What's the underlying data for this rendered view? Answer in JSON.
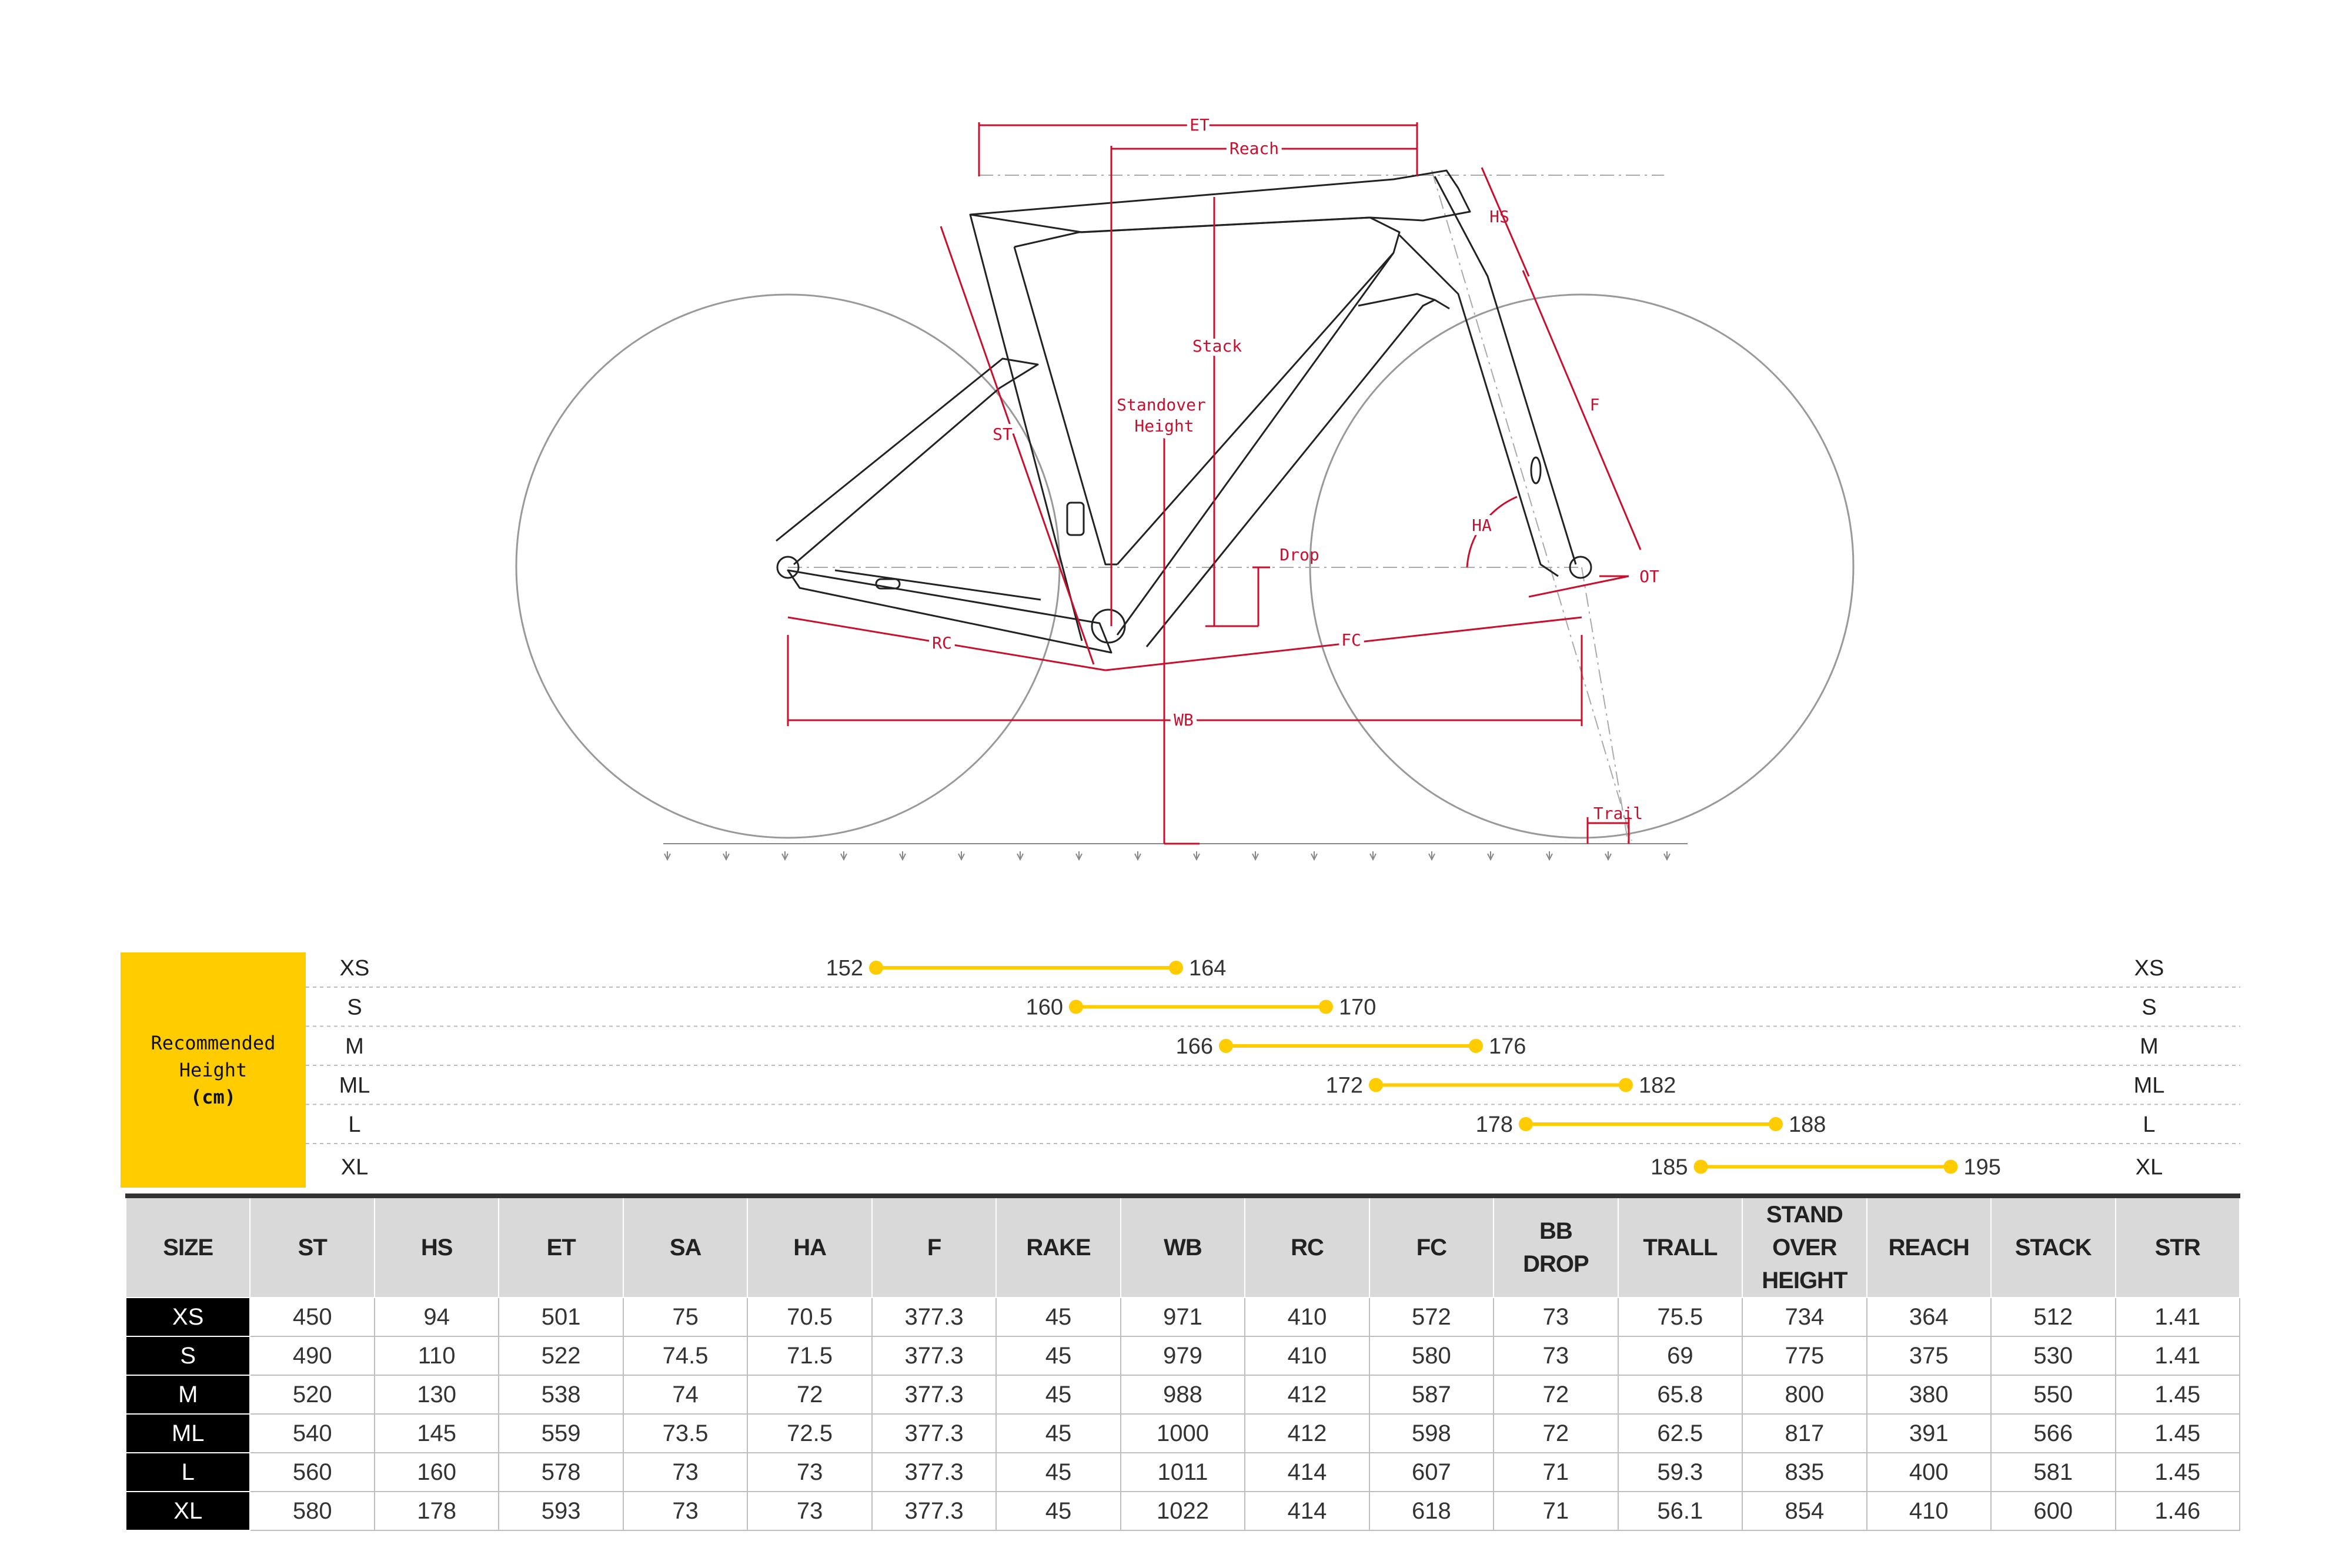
{
  "diagram": {
    "labels": {
      "et": "ET",
      "reach": "Reach",
      "hs": "HS",
      "stack": "Stack",
      "standover_line1": "Standover",
      "standover_line2": "Height",
      "st": "ST",
      "f": "F",
      "ha": "HA",
      "drop": "Drop",
      "ot": "OT",
      "rc": "RC",
      "fc": "FC",
      "wb": "WB",
      "trail": "Trail"
    },
    "colors": {
      "dimension": "#c8102e",
      "frame": "#222222",
      "wheel": "#999999"
    }
  },
  "recommended_height": {
    "title_line1": "Recommended",
    "title_line2": "Height",
    "unit": "(cm)",
    "accent_color": "#ffcc00",
    "range_min": 140,
    "range_max": 200,
    "rows": [
      {
        "size": "XS",
        "min": 152,
        "max": 164
      },
      {
        "size": "S",
        "min": 160,
        "max": 170
      },
      {
        "size": "M",
        "min": 166,
        "max": 176
      },
      {
        "size": "ML",
        "min": 172,
        "max": 182
      },
      {
        "size": "L",
        "min": 178,
        "max": 188
      },
      {
        "size": "XL",
        "min": 185,
        "max": 195
      }
    ]
  },
  "geometry_table": {
    "headers": [
      [
        "SIZE"
      ],
      [
        "ST"
      ],
      [
        "HS"
      ],
      [
        "ET"
      ],
      [
        "SA"
      ],
      [
        "HA"
      ],
      [
        "F"
      ],
      [
        "RAKE"
      ],
      [
        "WB"
      ],
      [
        "RC"
      ],
      [
        "FC"
      ],
      [
        "BB",
        "DROP"
      ],
      [
        "TRALL"
      ],
      [
        "STAND OVER",
        "HEIGHT"
      ],
      [
        "REACH"
      ],
      [
        "STACK"
      ],
      [
        "STR"
      ]
    ],
    "rows": [
      [
        "XS",
        "450",
        "94",
        "501",
        "75",
        "70.5",
        "377.3",
        "45",
        "971",
        "410",
        "572",
        "73",
        "75.5",
        "734",
        "364",
        "512",
        "1.41"
      ],
      [
        "S",
        "490",
        "110",
        "522",
        "74.5",
        "71.5",
        "377.3",
        "45",
        "979",
        "410",
        "580",
        "73",
        "69",
        "775",
        "375",
        "530",
        "1.41"
      ],
      [
        "M",
        "520",
        "130",
        "538",
        "74",
        "72",
        "377.3",
        "45",
        "988",
        "412",
        "587",
        "72",
        "65.8",
        "800",
        "380",
        "550",
        "1.45"
      ],
      [
        "ML",
        "540",
        "145",
        "559",
        "73.5",
        "72.5",
        "377.3",
        "45",
        "1000",
        "412",
        "598",
        "72",
        "62.5",
        "817",
        "391",
        "566",
        "1.45"
      ],
      [
        "L",
        "560",
        "160",
        "578",
        "73",
        "73",
        "377.3",
        "45",
        "1011",
        "414",
        "607",
        "71",
        "59.3",
        "835",
        "400",
        "581",
        "1.45"
      ],
      [
        "XL",
        "580",
        "178",
        "593",
        "73",
        "73",
        "377.3",
        "45",
        "1022",
        "414",
        "618",
        "71",
        "56.1",
        "854",
        "410",
        "600",
        "1.46"
      ]
    ]
  }
}
